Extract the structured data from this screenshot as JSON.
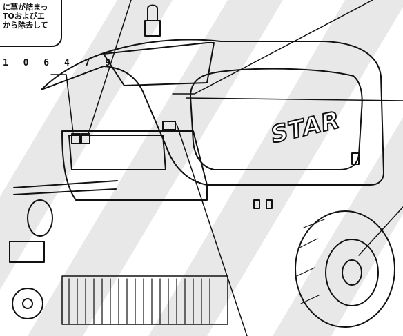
{
  "warning_label": {
    "lines": [
      "に草が詰まっ",
      "TOおよびエ",
      "から除去して"
    ]
  },
  "part_number": "1 0 6 4 7 9",
  "brand_text": "STAR",
  "colors": {
    "ink": "#111111",
    "paper": "#ffffff",
    "watermark": "#dcdcdc"
  }
}
